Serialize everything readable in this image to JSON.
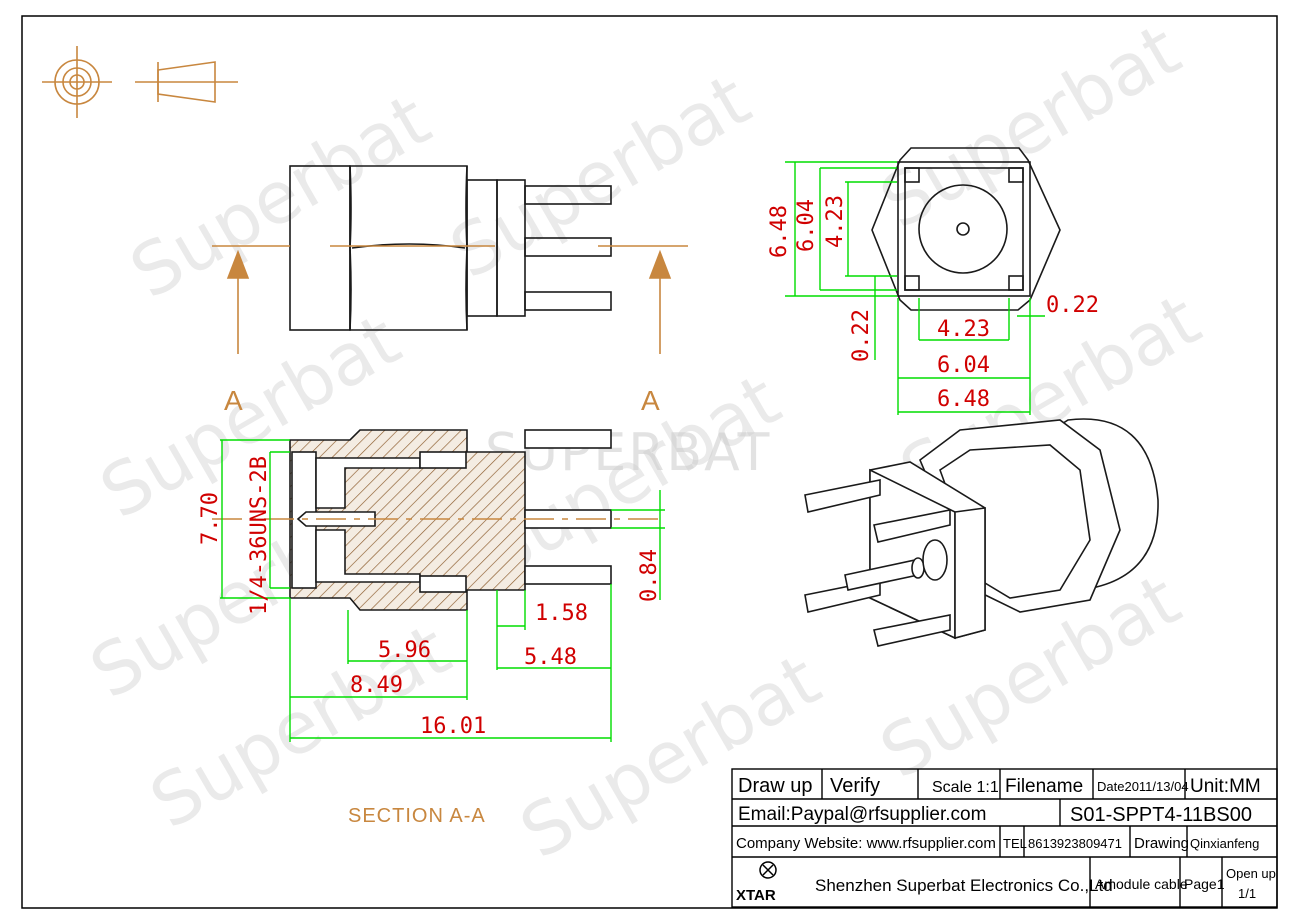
{
  "watermark": {
    "text": "Superbat",
    "center_text": "SUPERBAT"
  },
  "section_labels": {
    "a_left": "A",
    "a_right": "A",
    "section_caption": "SECTION  A-A"
  },
  "dimensions": {
    "top_view": {
      "w_outer": "6.48",
      "w_mid": "6.04",
      "w_inner": "4.23",
      "h_outer": "6.48",
      "h_mid": "6.04",
      "h_inner": "4.23",
      "gap_right": "0.22",
      "gap_left": "0.22"
    },
    "section": {
      "thread": "1/4-36UNS-2B",
      "height": "7.70",
      "pin": "0.84",
      "d158": "1.58",
      "d596": "5.96",
      "d548": "5.48",
      "d849": "8.49",
      "d1601": "16.01"
    }
  },
  "title_block": {
    "draw_up": "Draw up",
    "verify": "Verify",
    "scale": "Scale 1:1",
    "filename": "Filename",
    "date": "Date2011/13/04",
    "unit": "Unit:MM",
    "email": "Email:Paypal@rfsupplier.com",
    "part_no": "S01-SPPT4-11BS00",
    "website": "Company Website:  www.rfsupplier.com",
    "tel_label": "TEL",
    "tel": "8613923809471",
    "drawing": "Drawing",
    "drawer": "Qinxianfeng",
    "logo_text": "XTAR",
    "company": "Shenzhen Superbat Electronics Co.,Ltd",
    "product": "Amodule cable",
    "page": "Page1",
    "open_up": "Open up",
    "open_up_val": "1/1"
  },
  "colors": {
    "outline": "#1a1a1a",
    "dimension": "#00dd00",
    "dim_text": "#d00000",
    "label": "#c8873f",
    "hatch": "#8b5a2b"
  }
}
